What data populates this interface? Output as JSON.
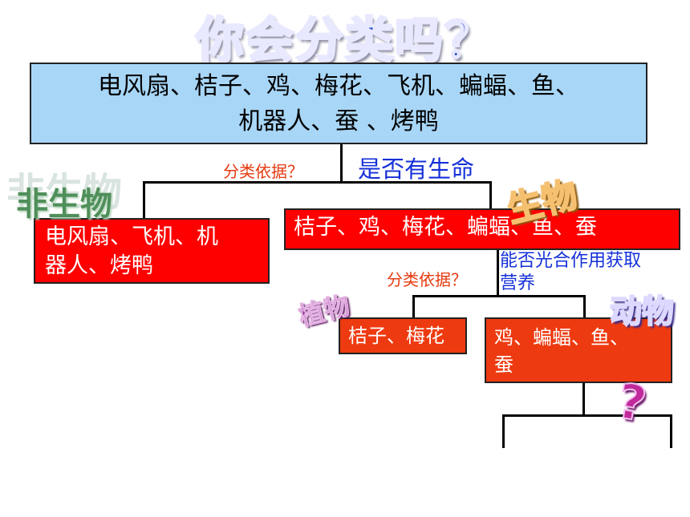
{
  "title": "你会分类吗？",
  "root": {
    "line1": "电风扇、桔子、鸡、梅花、飞机、蝙蝠、鱼、",
    "line2": "机器人、蚕 、烤鸭"
  },
  "level1": {
    "question": "分类依据？",
    "criterion": "是否有生命",
    "nonliving_label": "非生物",
    "living_label": "生物",
    "nonliving_items": {
      "line1": "电风扇、飞机、机",
      "line2": "器人、烤鸭"
    },
    "living_items": "桔子、鸡、梅花、蝙蝠、鱼、蚕"
  },
  "level2": {
    "question": "分类依据？",
    "criterion_line1": "能否光合作用获取",
    "criterion_line2": "营养",
    "plant_label": "植物",
    "animal_label": "动物",
    "plant_items": "桔子、梅花",
    "animal_items": {
      "line1": "鸡、蝙蝠、鱼、",
      "line2": "蚕"
    }
  },
  "level3": {
    "unknown_mark": "?"
  }
}
